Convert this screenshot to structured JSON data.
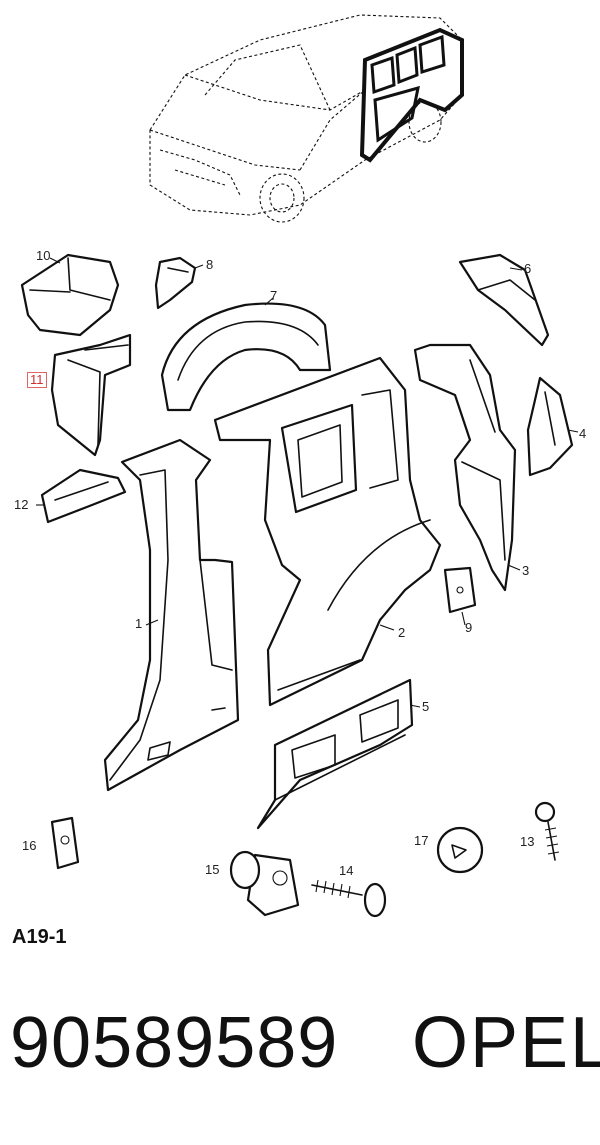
{
  "callouts": {
    "c1": "1",
    "c2": "2",
    "c3": "3",
    "c4": "4",
    "c5": "5",
    "c6": "6",
    "c7": "7",
    "c8": "8",
    "c9": "9",
    "c10": "10",
    "c11": "11",
    "c12": "12",
    "c13": "13",
    "c14": "14",
    "c15": "15",
    "c16": "16",
    "c17": "17"
  },
  "highlighted_callout": "11",
  "figure_code": "A19-1",
  "part_number": "90589589",
  "brand": "OPEL"
}
